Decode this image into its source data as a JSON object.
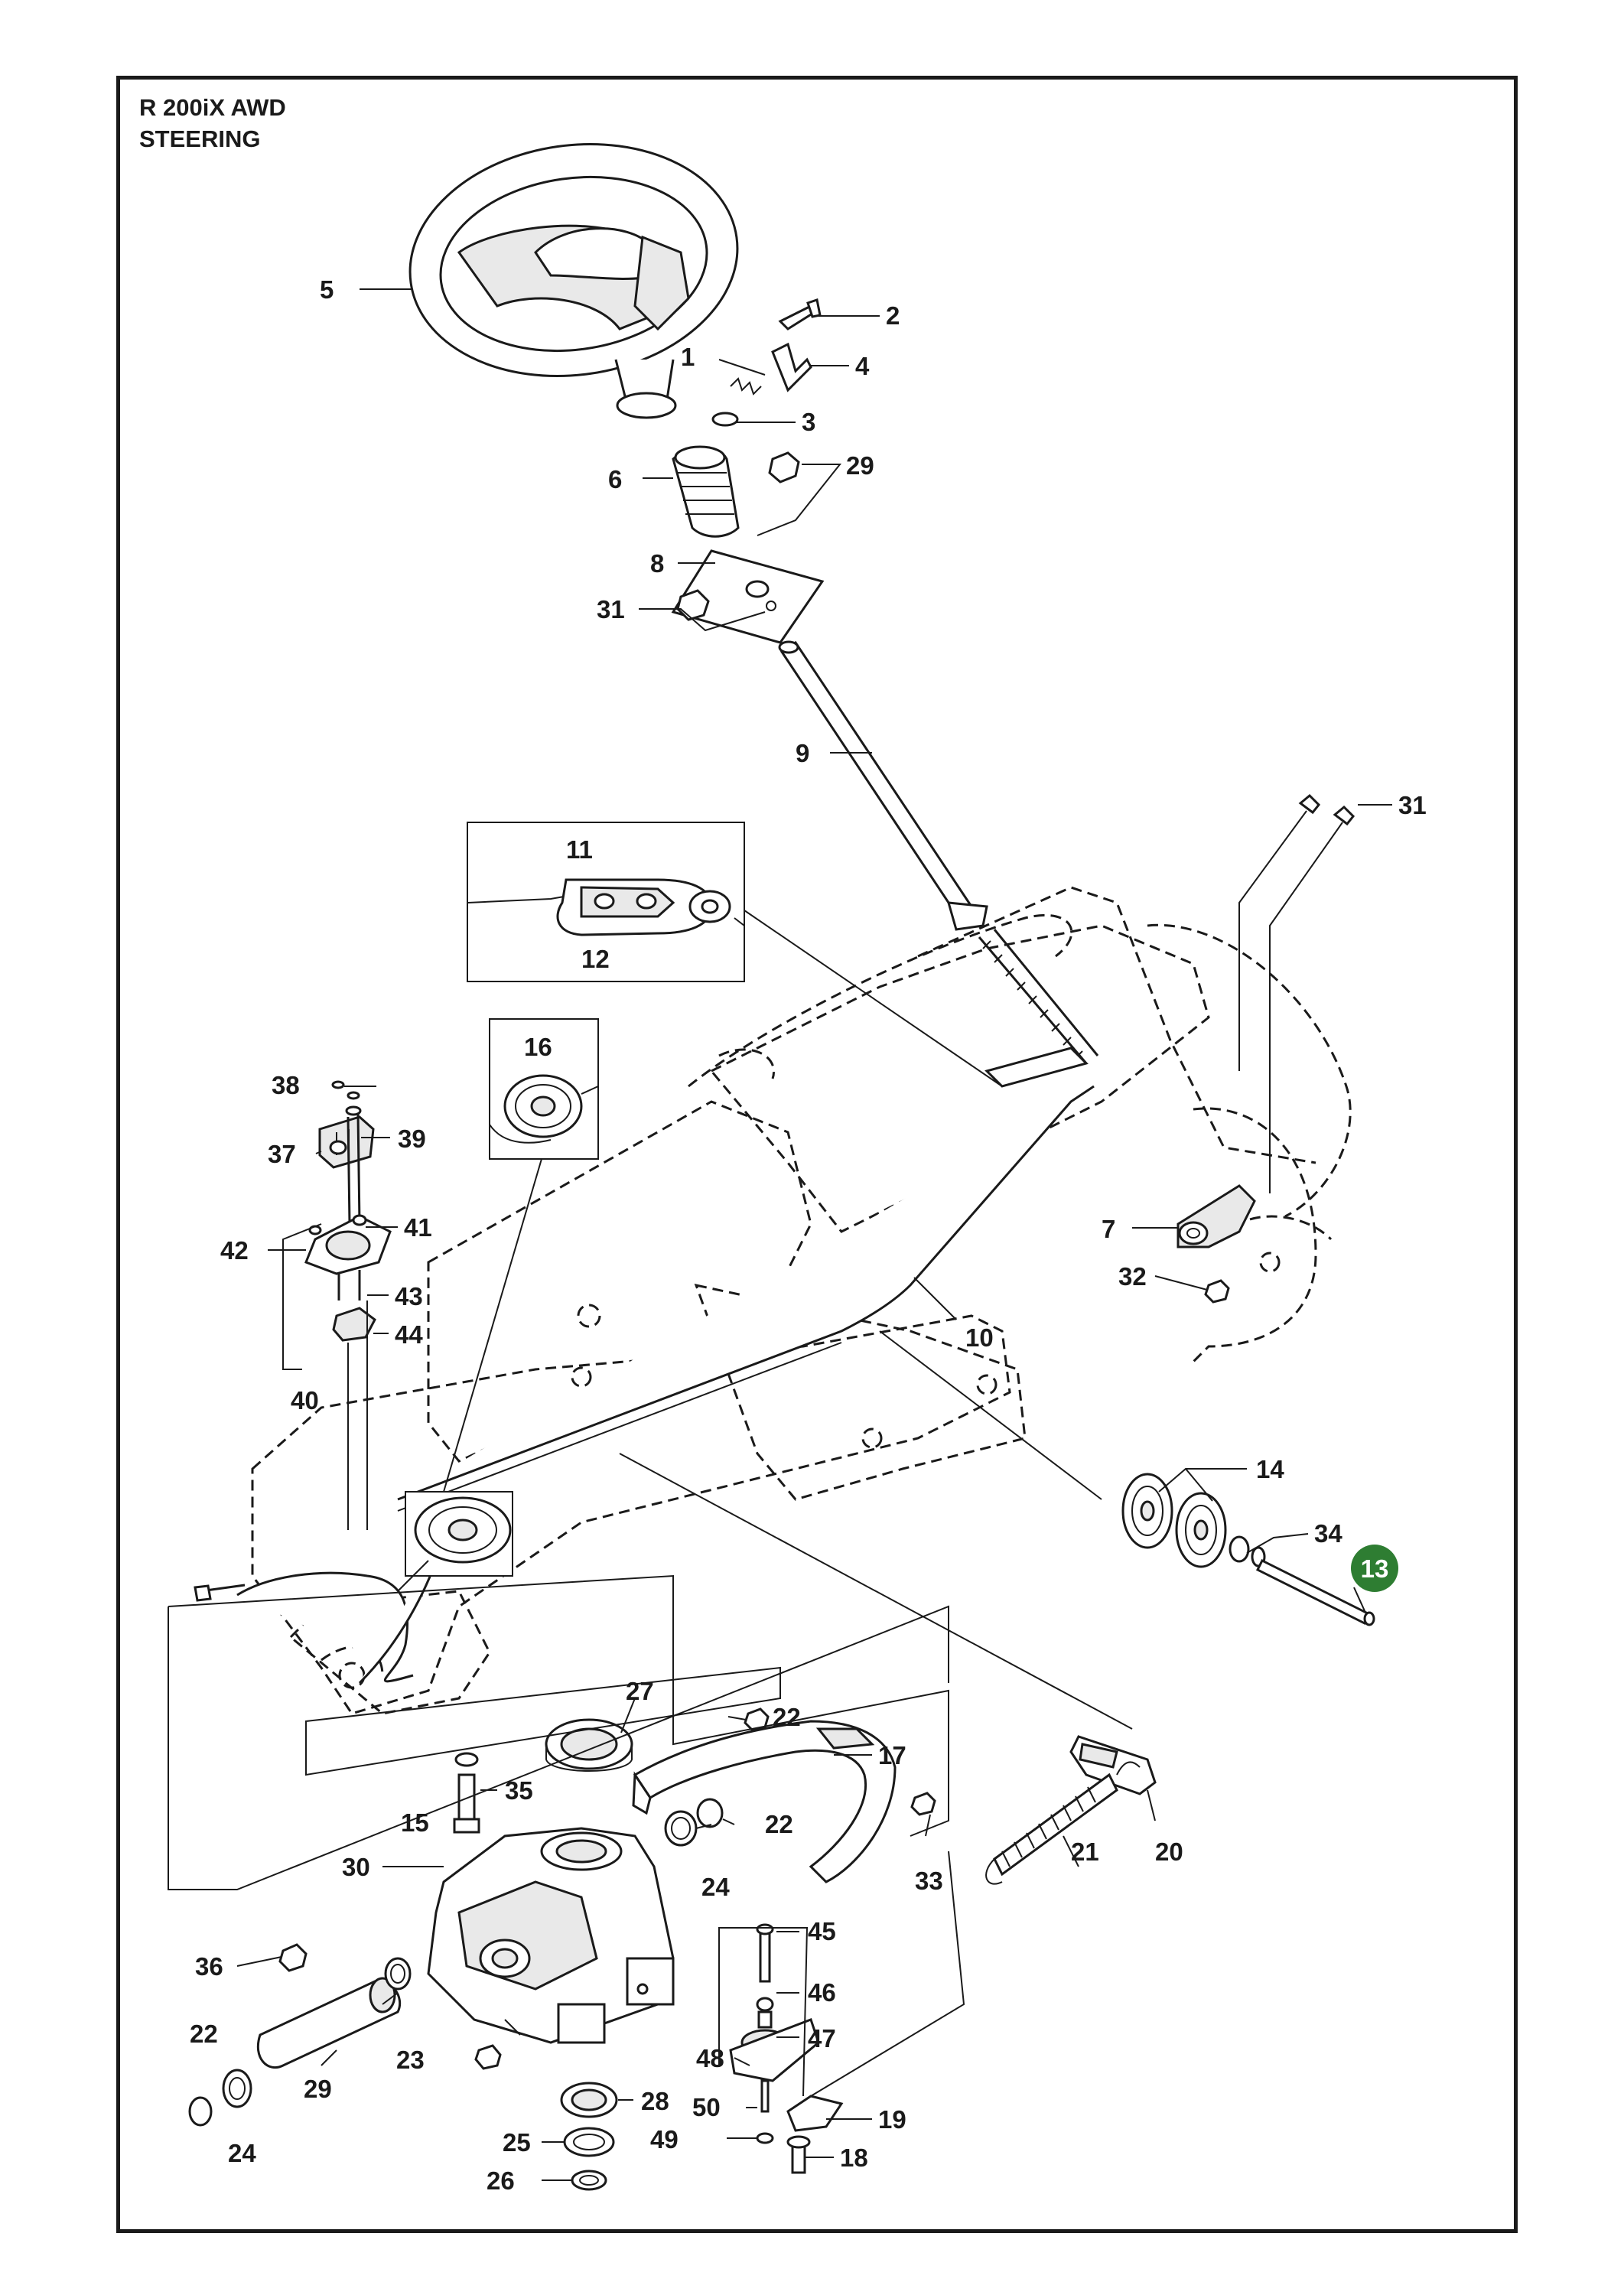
{
  "header": {
    "model": "R 200iX AWD",
    "section": "STEERING"
  },
  "highlighted_part": "13",
  "colors": {
    "line": "#1a1a1a",
    "highlight": "#2e7d32",
    "highlight_text": "#ffffff"
  },
  "callouts": {
    "p1": "1",
    "p2": "2",
    "p3": "3",
    "p4": "4",
    "p5": "5",
    "p6": "6",
    "p7": "7",
    "p8": "8",
    "p9": "9",
    "p10": "10",
    "p11": "11",
    "p12": "12",
    "p13": "13",
    "p14": "14",
    "p15": "15",
    "p16": "16",
    "p17": "17",
    "p18": "18",
    "p19": "19",
    "p20": "20",
    "p21": "21",
    "p22a": "22",
    "p22b": "22",
    "p22c": "22",
    "p23": "23",
    "p24a": "24",
    "p24b": "24",
    "p25": "25",
    "p26": "26",
    "p27": "27",
    "p28": "28",
    "p29a": "29",
    "p29b": "29",
    "p30": "30",
    "p31a": "31",
    "p31b": "31",
    "p32": "32",
    "p33": "33",
    "p34": "34",
    "p35": "35",
    "p36": "36",
    "p37": "37",
    "p38": "38",
    "p39": "39",
    "p40": "40",
    "p41": "41",
    "p42": "42",
    "p43": "43",
    "p44": "44",
    "p45": "45",
    "p46": "46",
    "p47": "47",
    "p48": "48",
    "p49": "49",
    "p50": "50"
  }
}
